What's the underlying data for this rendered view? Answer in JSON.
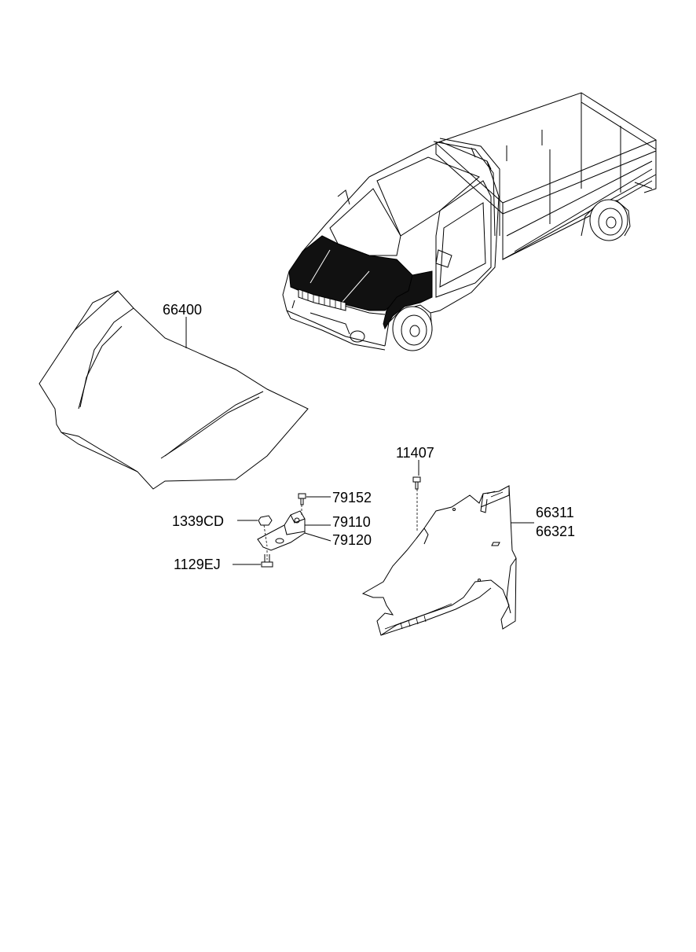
{
  "parts": {
    "hood": "66400",
    "fender_bolt": "11407",
    "bracket_bolt": "79152",
    "nut": "1339CD",
    "hinge_left": "79110",
    "hinge_right": "79120",
    "hinge_bolt": "1129EJ",
    "fender_left": "66311",
    "fender_right": "66321"
  }
}
